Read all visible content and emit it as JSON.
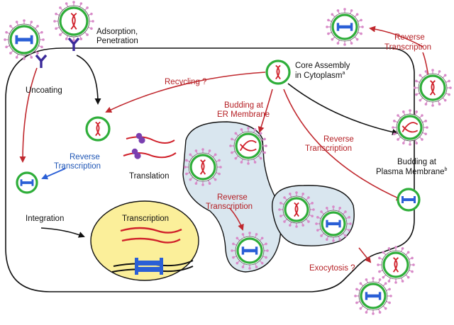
{
  "labels": {
    "adsorption_line1": "Adsorption,",
    "adsorption_line2": "Penetration",
    "uncoating": "Uncoating",
    "core_assembly_line1": "Core Assembly",
    "core_assembly_line2": "in Cytoplasm",
    "core_assembly_sup": "a",
    "recycling": "Recycling ?",
    "budding_er_line1": "Budding at",
    "budding_er_line2": "ER Membrane",
    "reverse_transcription_blue_line1": "Reverse",
    "reverse_transcription_blue_line2": "Transcription",
    "translation": "Translation",
    "reverse_transcription_center_line1": "Reverse",
    "reverse_transcription_center_line2": "Transcription",
    "reverse_transcription_right_line1": "Reverse",
    "reverse_transcription_right_line2": "Transcription",
    "reverse_transcription_top_line1": "Reverse",
    "reverse_transcription_top_line2": "Transcription",
    "budding_pm_line1": "Budding at",
    "budding_pm_line2": "Plasma Membrane",
    "budding_pm_sup": "b",
    "integration": "Integration",
    "transcription": "Transcription",
    "exocytosis": "Exocytosis ?"
  },
  "colors": {
    "capsid_green": "#2fae3a",
    "rna_red": "#d0202a",
    "dna_blue": "#2a5fd6",
    "arrow_red": "#c0282e",
    "arrow_black": "#111111",
    "arrow_blue": "#2a5fd6",
    "nucleus_fill": "#fbef9a",
    "er_fill": "#d9e6ef",
    "receptor_purple": "#3b2a9a",
    "ribosome_purple": "#7a3fb0",
    "spike_pink": "#d88ac8"
  }
}
